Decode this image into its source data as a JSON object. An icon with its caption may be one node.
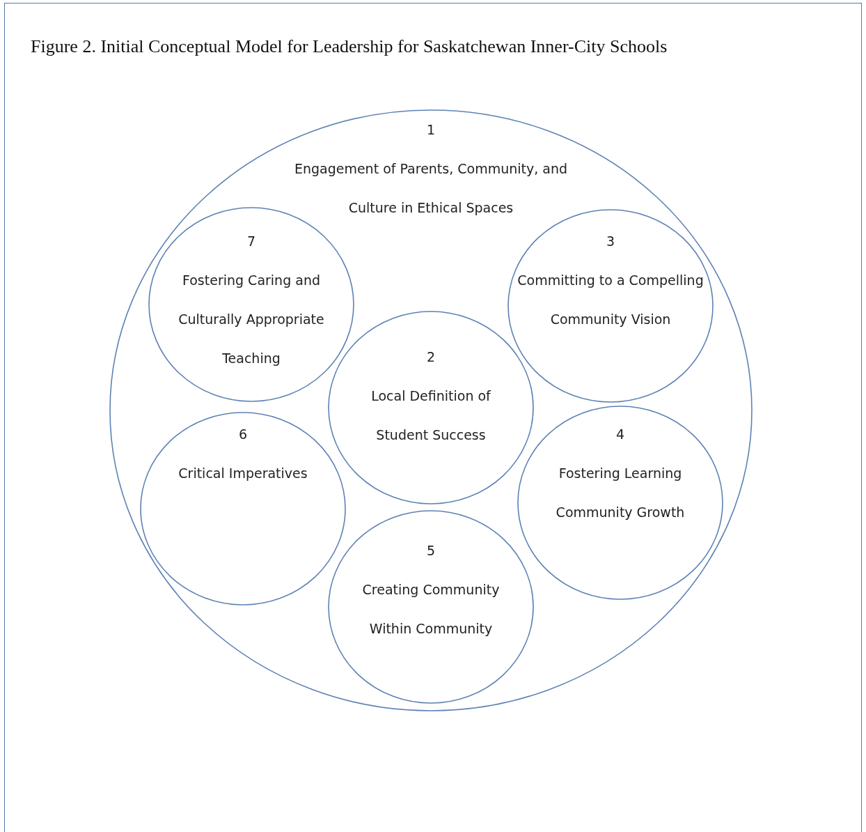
{
  "diagram": {
    "title": "Figure 2. Initial Conceptual Model for Leadership for Saskatchewan Inner-City Schools",
    "nodes": [
      {
        "text": [
          "1",
          "Engagement of Parents, Community, and Culture in Ethical Spaces"
        ]
      },
      {
        "text": [
          "7",
          "Fostering Caring and Culturally Appropriate Teaching"
        ],
        "in": 0
      },
      {
        "text": [
          "3",
          "Committing to a Compelling Community Vision"
        ],
        "in": 0
      },
      {
        "text": [
          "2",
          "Local Definition of Student Success"
        ],
        "in": 0
      },
      {
        "text": [
          "6",
          "Critical Imperatives"
        ],
        "in": 0
      },
      {
        "text": [
          "4",
          "Fostering Learning Community Growth"
        ],
        "in": 0
      },
      {
        "text": [
          "5",
          "Creating Community Within Community"
        ],
        "in": 0
      }
    ]
  }
}
